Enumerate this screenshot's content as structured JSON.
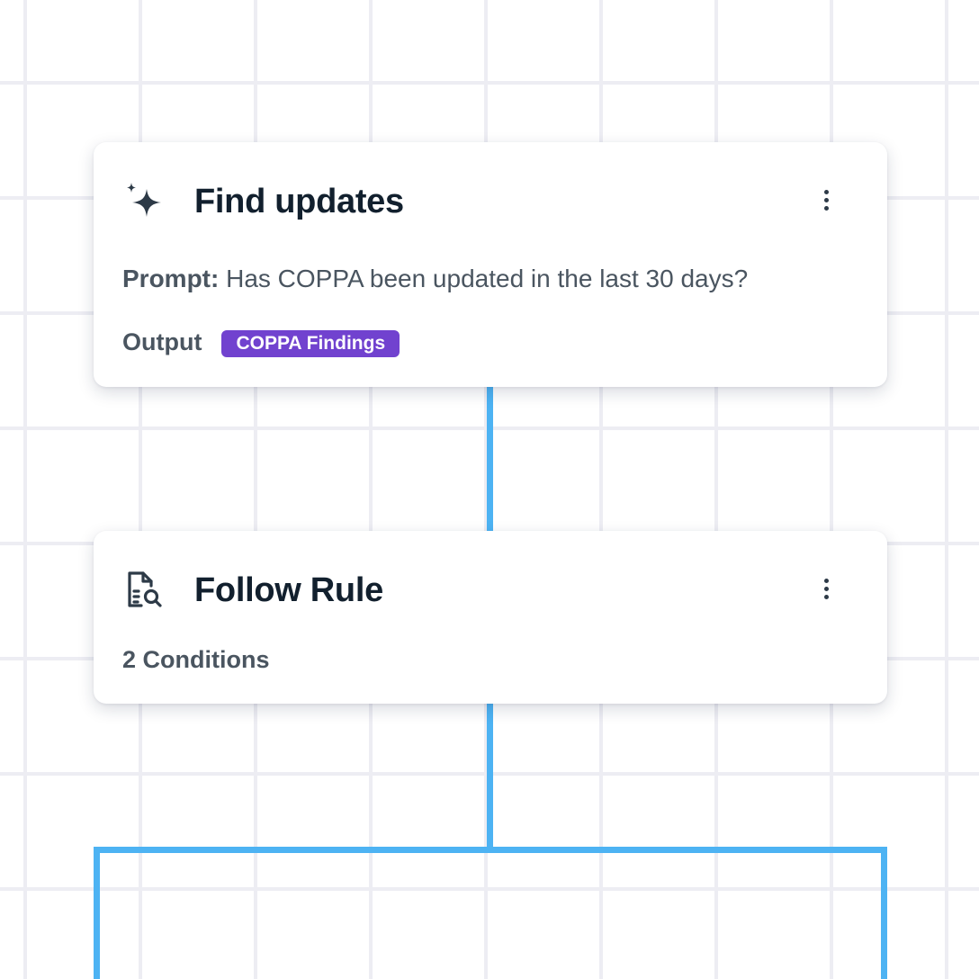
{
  "nodes": [
    {
      "title": "Find updates",
      "icon": "sparkles-icon",
      "prompt_label": "Prompt:",
      "prompt_text": "Has COPPA been updated in the last 30 days?",
      "output_label": "Output",
      "output_badge": "COPPA Findings"
    },
    {
      "title": "Follow Rule",
      "icon": "document-search-icon",
      "conditions": "2 Conditions"
    }
  ],
  "colors": {
    "connector": "#4db3f3",
    "badge": "#7142cf",
    "grid": "#ededf3"
  }
}
